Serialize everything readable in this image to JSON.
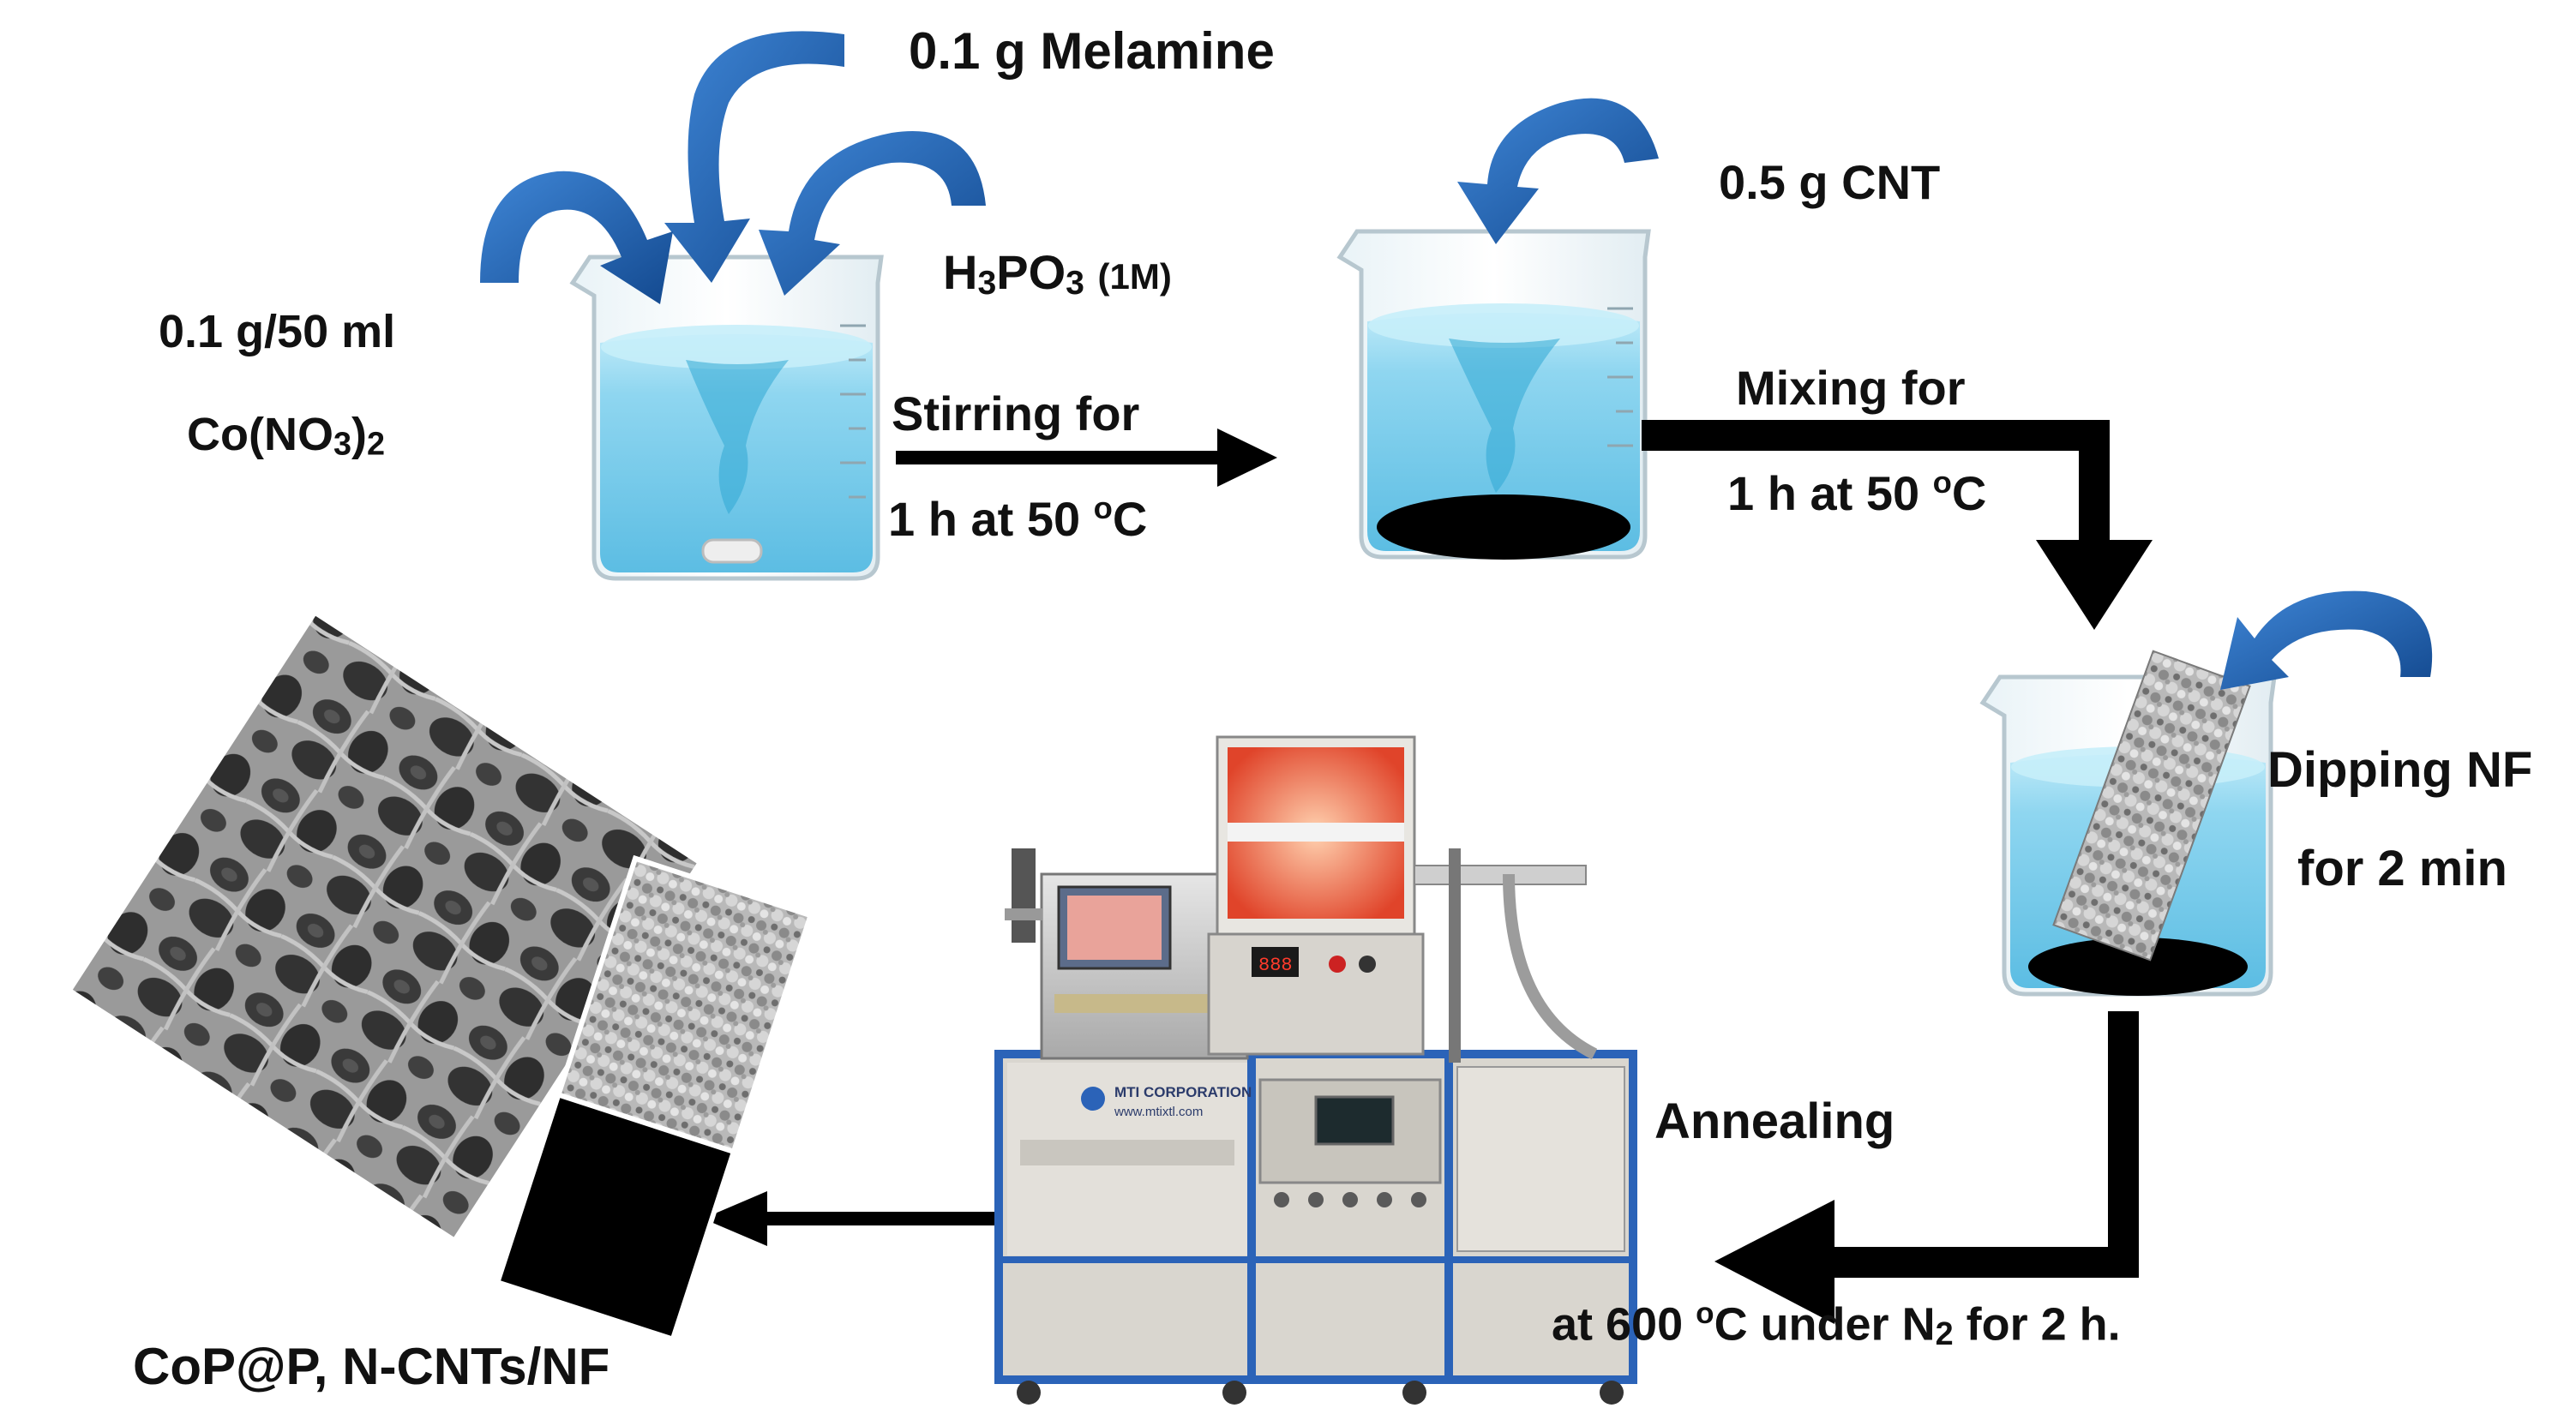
{
  "labels": {
    "melamine": "0.1 g Melamine",
    "h3po3_prefix": "H",
    "h3po3_sub1": "3",
    "h3po3_mid": "PO",
    "h3po3_sub2": "3",
    "h3po3_conc": "(1M)",
    "co_amount": "0.1 g/50 ml",
    "co_formula_main": "Co(NO",
    "co_formula_sub1": "3",
    "co_formula_close": ")",
    "co_formula_sub2": "2",
    "cnt": "0.5 g CNT",
    "stirring_line1": "Stirring for",
    "stirring_line2_pre": "1 h at 50 ",
    "stirring_line2_sup": "o",
    "stirring_line2_post": "C",
    "mixing_line1": "Mixing for",
    "mixing_line2_pre": "1 h at 50 ",
    "mixing_line2_sup": "o",
    "mixing_line2_post": "C",
    "dipping_line1": "Dipping NF",
    "dipping_line2": "for 2 min",
    "annealing": "Annealing",
    "anneal_cond_pre": "at 600 ",
    "anneal_cond_sup": "o",
    "anneal_cond_mid": "C under N",
    "anneal_cond_sub": "2",
    "anneal_cond_post": " for 2 h.",
    "product": "CoP@P, N-CNTs/NF",
    "furnace_brand_line1": "MTI CORPORATION",
    "furnace_brand_line2": "www.mtixtl.com"
  },
  "colors": {
    "curved_arrow": "#1f5fa8",
    "process_arrow": "#000000",
    "liquid": "#7fd0ec",
    "cabinet_frame": "#2b63b8",
    "cabinet_panel": "#d9d6cf"
  },
  "icons": [
    "curved-arrow",
    "beaker",
    "tube-furnace",
    "nickel-foam",
    "sem-micrograph"
  ]
}
